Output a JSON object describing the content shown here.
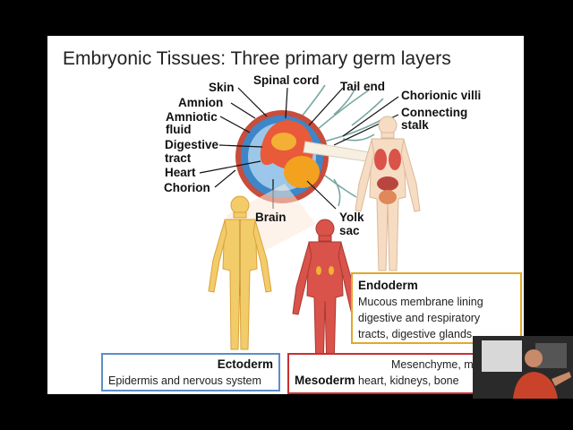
{
  "slide": {
    "title": "Embryonic Tissues: Three primary germ layers"
  },
  "labels": {
    "skin": "Skin",
    "spinal_cord": "Spinal cord",
    "tail_end": "Tail end",
    "amnion": "Amnion",
    "chorionic_villi": "Chorionic villi",
    "amniotic_fluid_1": "Amniotic",
    "amniotic_fluid_2": "fluid",
    "connecting_stalk_1": "Connecting",
    "connecting_stalk_2": "stalk",
    "digestive_tract_1": "Digestive",
    "digestive_tract_2": "tract",
    "heart": "Heart",
    "chorion": "Chorion",
    "brain": "Brain",
    "yolk_sac_1": "Yolk",
    "yolk_sac_2": "sac"
  },
  "endoderm": {
    "heading": "Endoderm",
    "line1": "Mucous membrane lining",
    "line2": "digestive and respiratory",
    "line3": "tracts, digestive glands"
  },
  "ectoderm": {
    "heading": "Ectoderm",
    "desc": "Epidermis and nervous system"
  },
  "mesoderm": {
    "heading": "Mesoderm",
    "line1": "Mesenchyme, m",
    "line2": "heart, kidneys, bone"
  },
  "colors": {
    "ectoderm": "#5b8ec8",
    "mesoderm": "#c93030",
    "endoderm": "#e2a82b",
    "ecto_figure": "#f3cc6a",
    "meso_figure": "#d9534a",
    "endo_figure": "#f7dcc4"
  }
}
